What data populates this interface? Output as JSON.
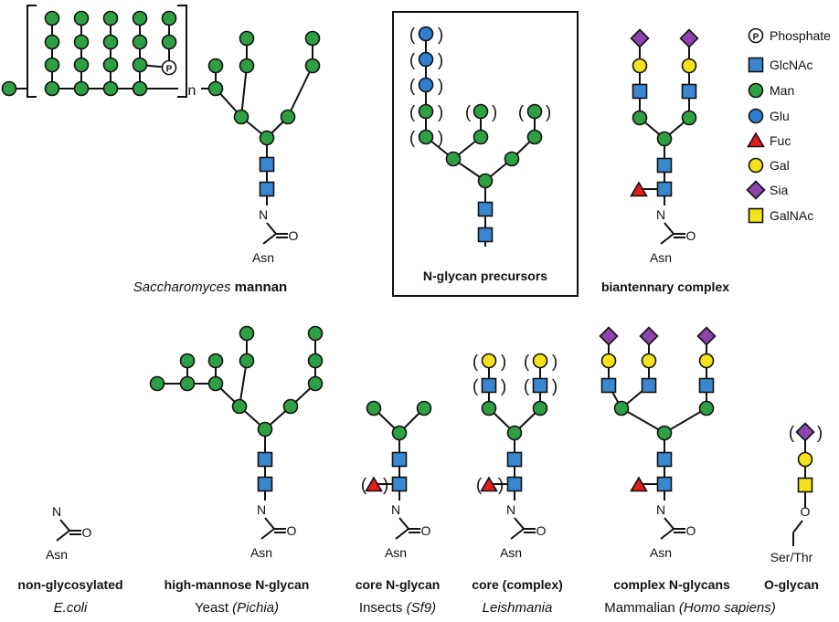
{
  "colors": {
    "man": "#2ea043",
    "glu": "#2f7fd1",
    "glcnac": "#3a87cf",
    "gal": "#f4e21c",
    "fuc": "#e31d1d",
    "sia": "#8e44ad",
    "galnac": "#f4e21c"
  },
  "legend": {
    "phosphate_symbol": "P",
    "phosphate": "Phosphate",
    "glcnac": "GlcNAc",
    "man": "Man",
    "glu": "Glu",
    "fuc": "Fuc",
    "gal": "Gal",
    "sia": "Sia",
    "galnac": "GalNAc"
  },
  "chem": {
    "n": "N",
    "o": "O",
    "asn": "Asn",
    "ser_thr": "Ser/Thr",
    "paren_open": "(",
    "paren_close": ")",
    "repeat_n": "n"
  },
  "captions": {
    "sacch_italic": "Saccharomyces",
    "sacch_bold": "mannan",
    "precursors": "N-glycan precursors",
    "biantennary": "biantennary complex",
    "nonglyco": "non-glycosylated",
    "ecoli": "E.coli",
    "highmannose": "high-mannose N-glycan",
    "yeast": "Yeast",
    "pichia": "(Pichia)",
    "core": "core N-glycan",
    "insects": "Insects",
    "sf9": "(Sf9)",
    "corecomplex": "core (complex)",
    "leishmania": "Leishmania",
    "complexn": "complex N-glycans",
    "mammalian": "Mammalian",
    "homo": "(Homo sapiens)",
    "oglycan": "O-glycan"
  }
}
